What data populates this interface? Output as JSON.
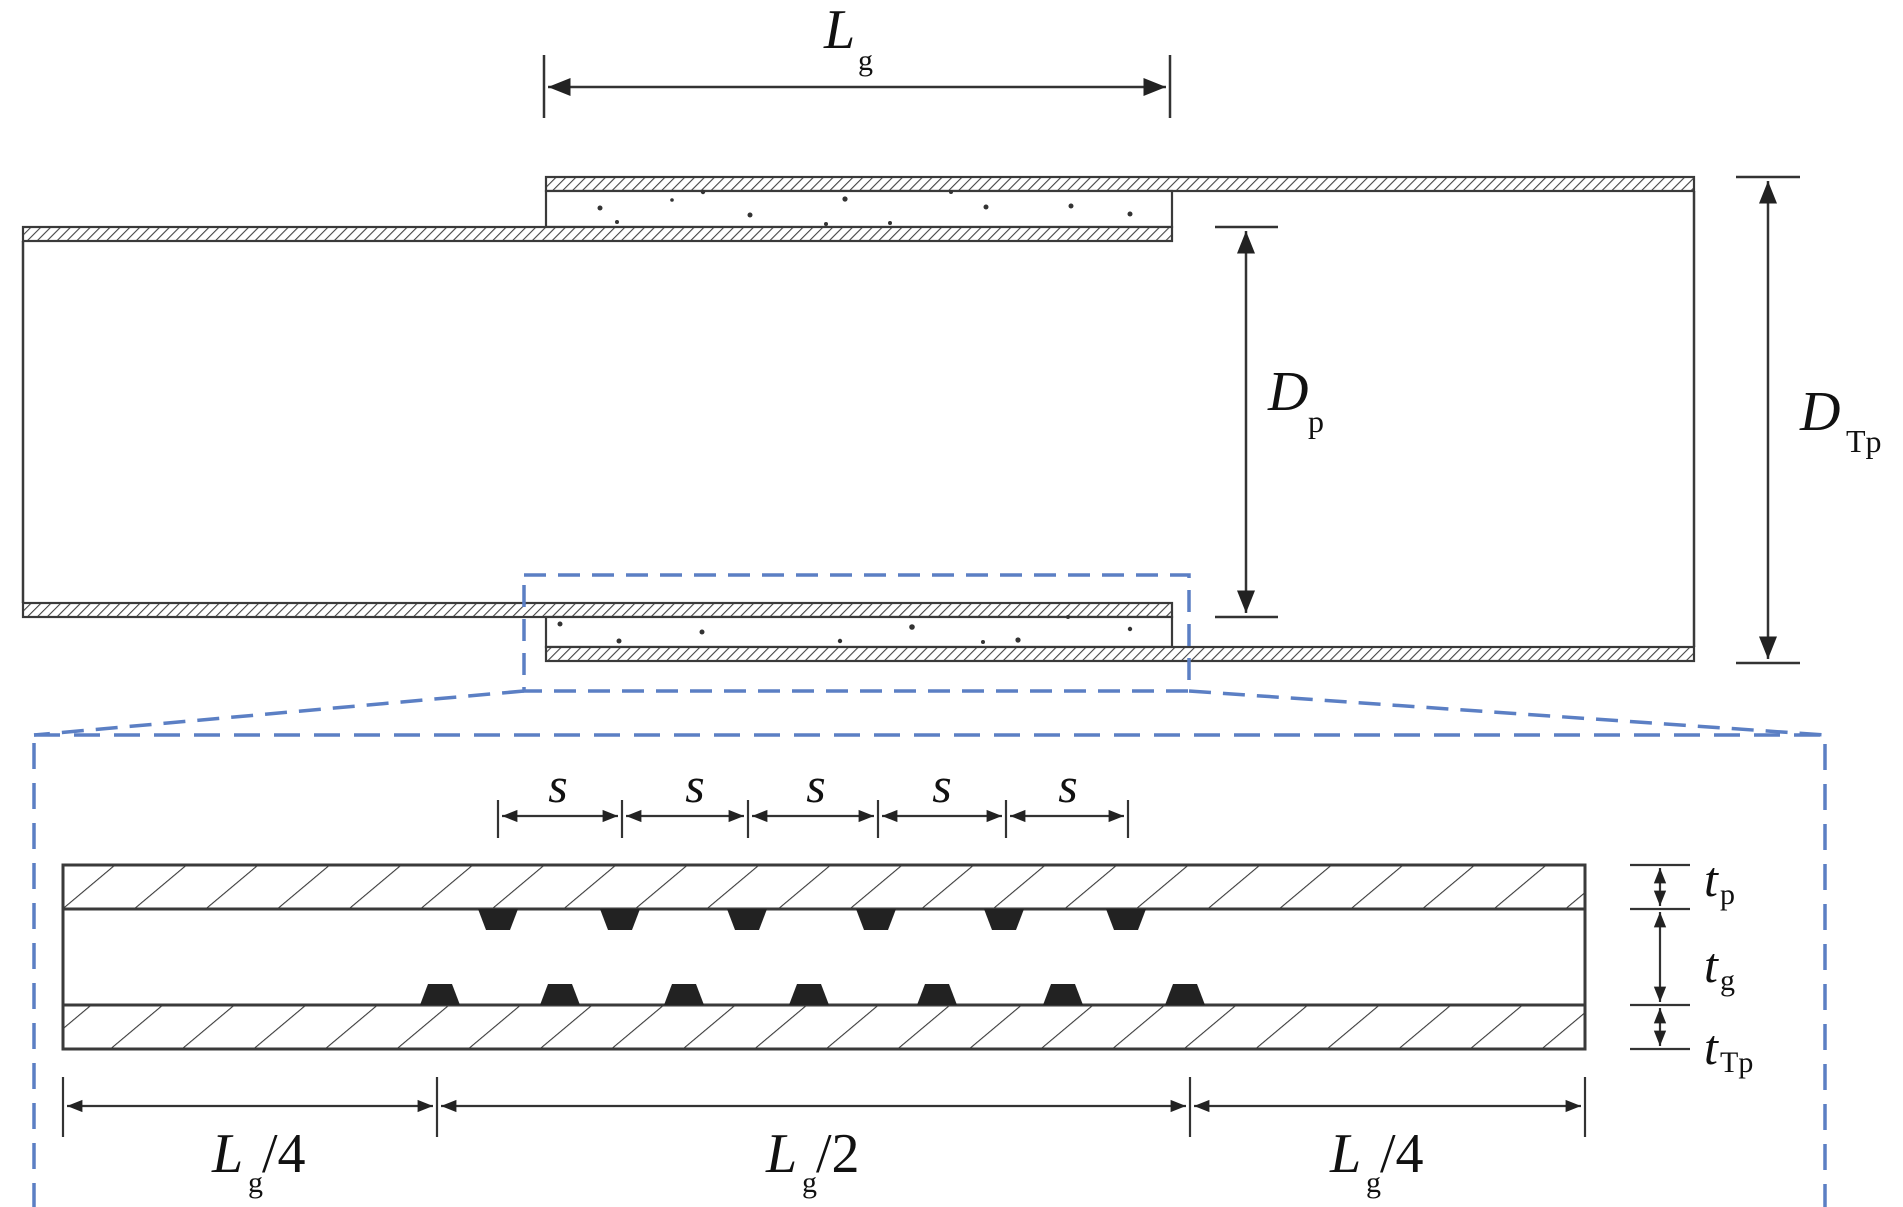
{
  "labels": {
    "grout_length": {
      "main": "L",
      "sub": "g"
    },
    "pipe_diameter": {
      "main": "D",
      "sub": "p"
    },
    "sleeve_diameter": {
      "main": "D",
      "sub": "Tp"
    },
    "spacing": "s",
    "pipe_thickness": {
      "main": "t",
      "sub": "p"
    },
    "grout_thickness": {
      "main": "t",
      "sub": "g"
    },
    "sleeve_thickness": {
      "main": "t",
      "sub": "Tp"
    },
    "quarter_length": {
      "main": "L",
      "sub": "g",
      "suffix": "/4"
    },
    "half_length": {
      "main": "L",
      "sub": "g",
      "suffix": "/2"
    }
  },
  "colors": {
    "line": "#3a3a3a",
    "dash": "#5b7fc4",
    "fill_dark": "#222222"
  }
}
